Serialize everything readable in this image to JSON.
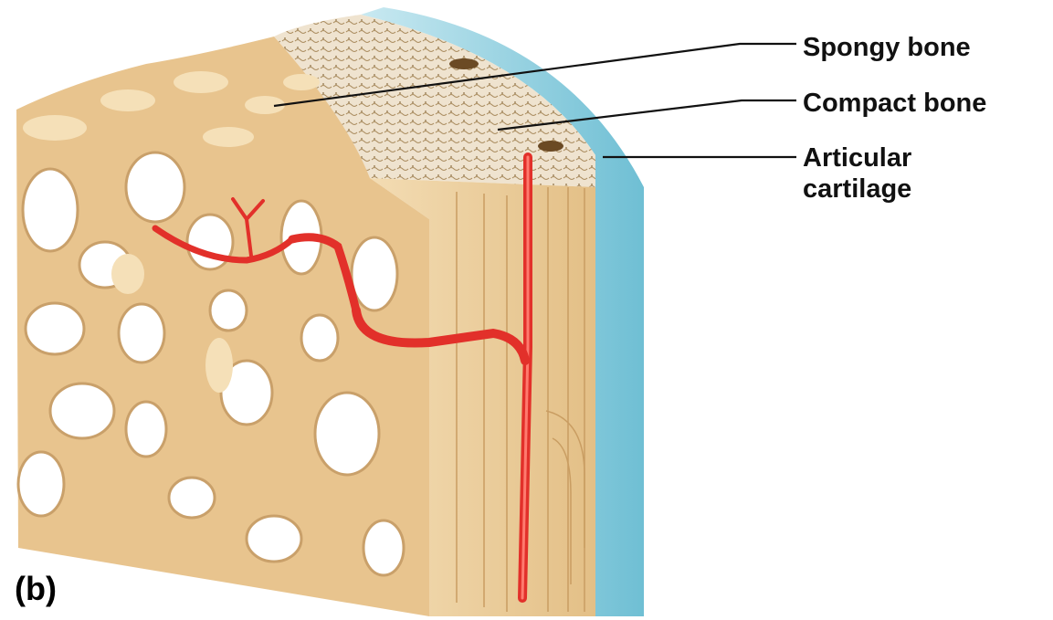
{
  "figure": {
    "panel_label": "(b)",
    "labels": {
      "spongy_bone": "Spongy bone",
      "compact_bone": "Compact bone",
      "articular_cartilage_line1": "Articular",
      "articular_cartilage_line2": "cartilage"
    }
  },
  "colors": {
    "bone": "#e8c48e",
    "bone_shadow": "#c9a06a",
    "bone_light": "#f5e0b8",
    "compact_top": "#efe3cf",
    "cartilage": "#8fd0de",
    "cartilage_light": "#c9e9f1",
    "vessel": "#e2302a",
    "vessel_highlight": "#ff7a6e",
    "leader_line": "#111111"
  }
}
